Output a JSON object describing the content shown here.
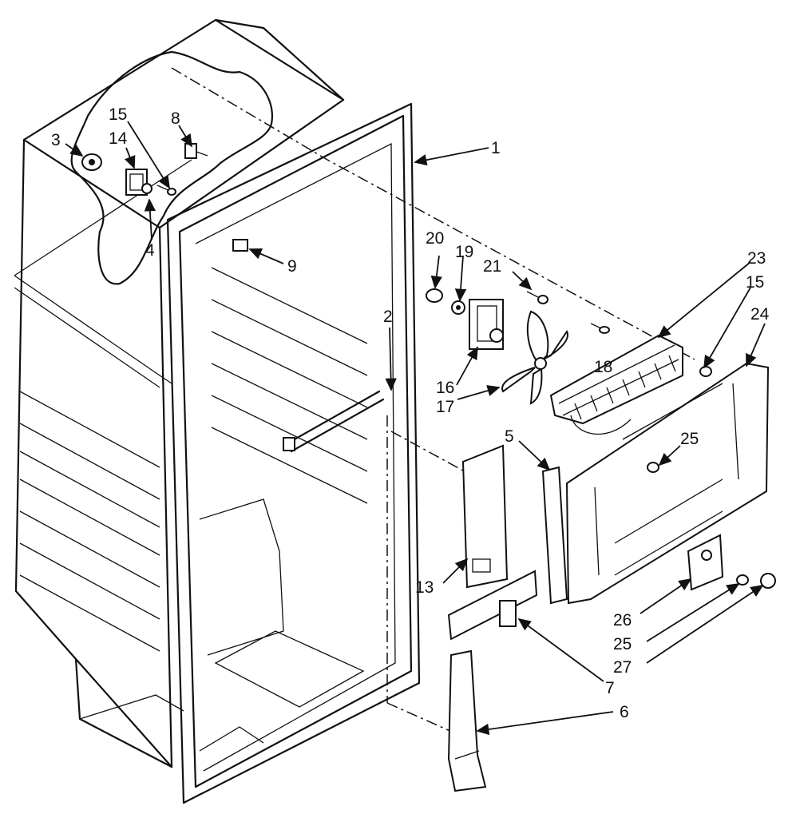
{
  "diagram": {
    "callouts": {
      "c1": "1",
      "c2": "2",
      "c3": "3",
      "c4": "4",
      "c5": "5",
      "c6": "6",
      "c7": "7",
      "c8": "8",
      "c9": "9",
      "c13": "13",
      "c14": "14",
      "c15a": "15",
      "c15b": "15",
      "c16": "16",
      "c17": "17",
      "c18": "18",
      "c19": "19",
      "c20": "20",
      "c21": "21",
      "c23": "23",
      "c24": "24",
      "c25a": "25",
      "c25b": "25",
      "c26": "26",
      "c27": "27"
    }
  }
}
